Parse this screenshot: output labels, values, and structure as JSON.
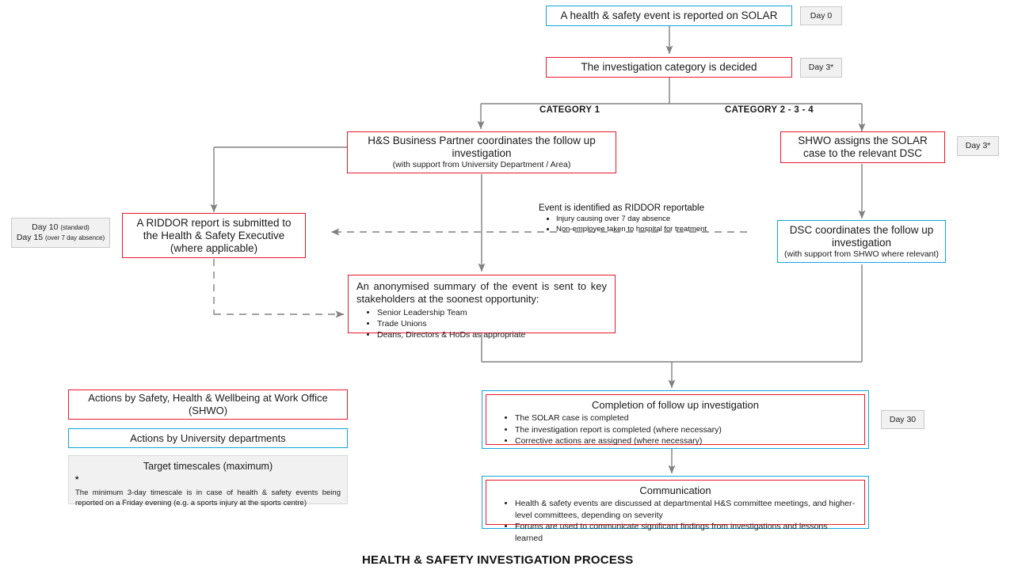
{
  "diagram": {
    "title": "HEALTH & SAFETY INVESTIGATION PROCESS",
    "colors": {
      "red": "#e8192c",
      "cyan": "#12a5dd",
      "wire": "#808080",
      "tag_bg": "#f1f1f1"
    }
  },
  "nodes": {
    "report": {
      "title": "A health & safety event is reported on SOLAR"
    },
    "category": {
      "title": "The investigation category is decided"
    },
    "hsbp": {
      "title": "H&S Business Partner coordinates the follow up investigation",
      "sub": "(with support from University Department / Area)"
    },
    "shwo_assign": {
      "title": "SHWO assigns the SOLAR case to the relevant DSC"
    },
    "riddor": {
      "title": "A RIDDOR report is submitted to the Health & Safety Executive (where applicable)"
    },
    "dsc": {
      "title": "DSC coordinates the follow up investigation",
      "sub": "(with support from SHWO where relevant)"
    },
    "summary": {
      "heading": "An anonymised summary of the event is sent to key stakeholders at the soonest opportunity:",
      "bullets": [
        "Senior Leadership Team",
        "Trade Unions",
        "Deans, Directors & HoDs as appropriate"
      ]
    },
    "completion": {
      "heading": "Completion of follow up investigation",
      "bullets": [
        "The SOLAR case is completed",
        "The investigation report is completed (where necessary)",
        "Corrective actions are assigned (where necessary)"
      ]
    },
    "communication": {
      "heading": "Communication",
      "bullets": [
        "Health & safety events are discussed at departmental H&S committee meetings, and higher-level committees, depending on severity",
        "Forums are used to communicate significant findings from investigations and lessons learned"
      ]
    }
  },
  "branch_labels": {
    "left": "CATEGORY 1",
    "right": "CATEGORY 2 - 3 - 4"
  },
  "riddor_note": {
    "heading": "Event is identified as RIDDOR reportable",
    "bullets": [
      "Injury causing  over 7 day absence",
      "Non-employee taken to hospital for treatment"
    ]
  },
  "day_tags": {
    "day0": {
      "line1": "Day 0"
    },
    "day3a": {
      "line1": "Day 3*"
    },
    "day3b": {
      "line1": "Day 3*"
    },
    "day1015": {
      "line1_main": "Day 10",
      "line1_small": "(standard)",
      "line2_main": "Day 15",
      "line2_small": "(over 7 day absence)"
    },
    "day30": {
      "line1": "Day 30"
    }
  },
  "legend": {
    "shwo": "Actions by Safety, Health & Wellbeing at Work Office (SHWO)",
    "departments": "Actions by University departments",
    "timescales": {
      "heading": "Target timescales (maximum)",
      "star": "*",
      "body": "The minimum 3-day timescale is in case of health & safety events being reported on a Friday evening (e.g. a sports injury at the sports centre)"
    }
  }
}
